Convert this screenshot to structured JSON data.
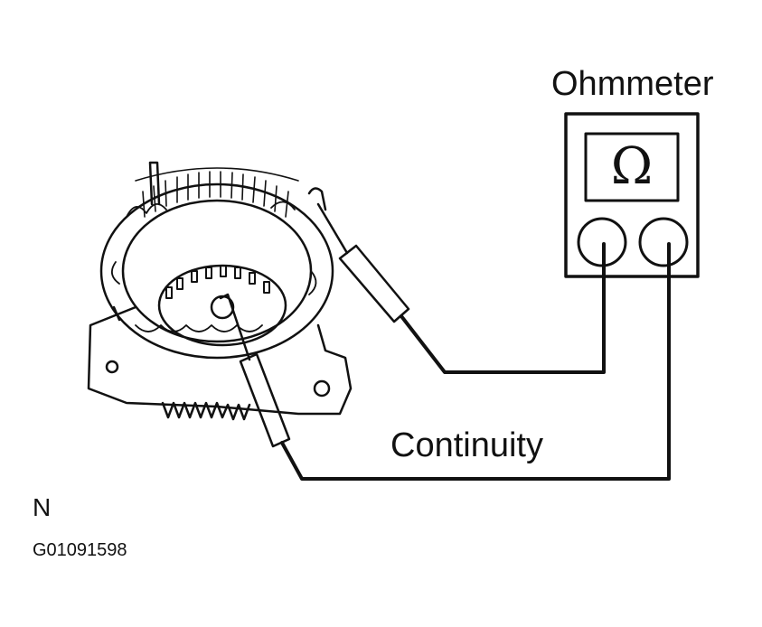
{
  "labels": {
    "ohmmeter": "Ohmmeter",
    "continuity": "Continuity",
    "view_letter": "N",
    "figure_code": "G01091598"
  },
  "meter": {
    "display_symbol": "Ω"
  },
  "colors": {
    "ink": "#111111",
    "background": "#ffffff"
  }
}
